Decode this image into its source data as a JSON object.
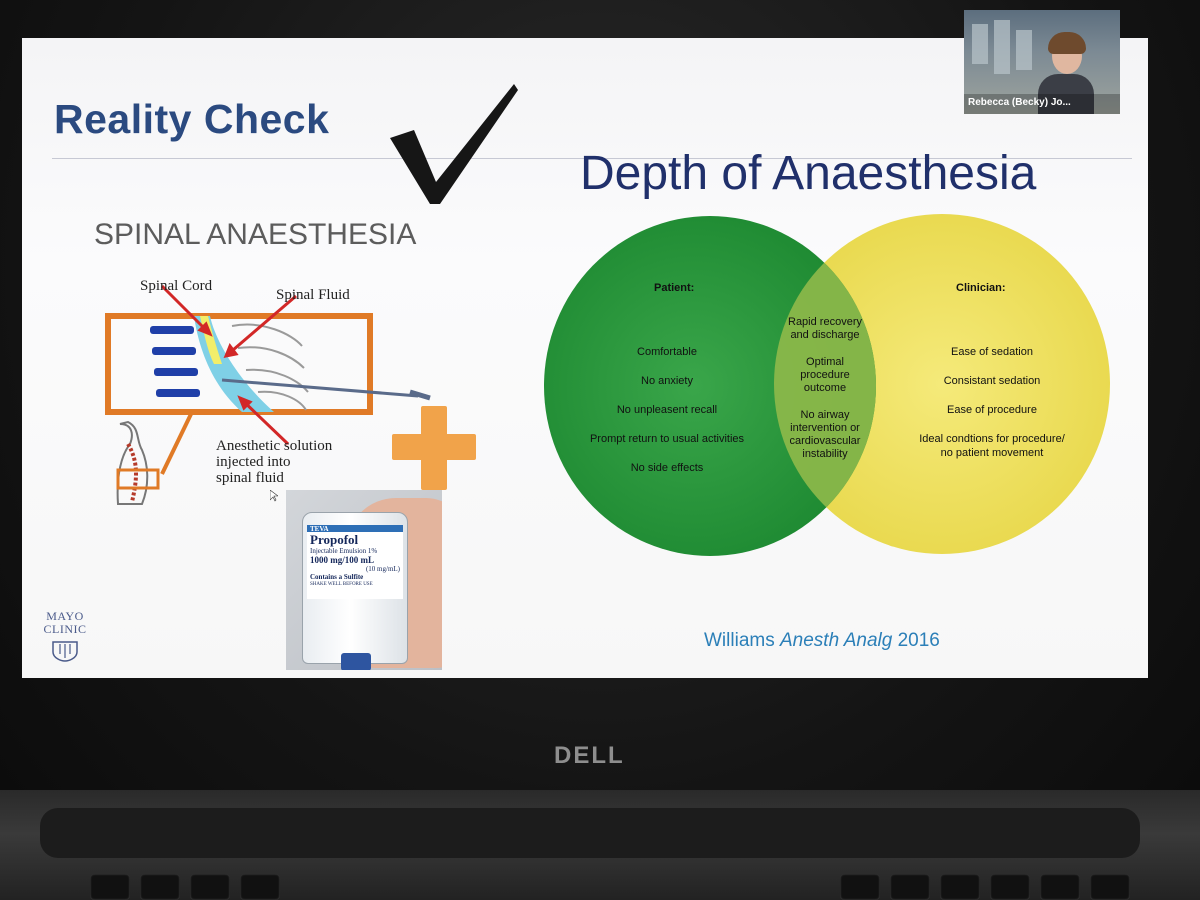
{
  "slide": {
    "reality_title": "Reality Check",
    "depth_title": "Depth of Anaesthesia",
    "spinal_title": "SPINAL ANAESTHESIA",
    "diagram": {
      "spinal_cord": "Spinal Cord",
      "spinal_fluid": "Spinal Fluid",
      "solution_line1": "Anesthetic solution",
      "solution_line2": "injected into",
      "solution_line3": "spinal fluid"
    },
    "bottle": {
      "maker": "TEVA",
      "brand": "Propofol",
      "line1": "Injectable Emulsion 1%",
      "dose": "1000 mg/100 mL",
      "conc": "(10 mg/mL)",
      "line2": "Contains a Sulfite",
      "line3": "SHAKE WELL BEFORE USE"
    },
    "mayo": {
      "line1": "MAYO",
      "line2": "CLINIC"
    },
    "venn": {
      "patient": {
        "heading": "Patient:",
        "items": [
          "Comfortable",
          "No anxiety",
          "No unpleasent recall",
          "Prompt return to usual activities",
          "No side effects"
        ]
      },
      "overlap": {
        "items": [
          [
            "Rapid recovery",
            "and discharge"
          ],
          [
            "Optimal",
            "procedure",
            "outcome"
          ],
          [
            "No airway",
            "intervention or",
            "cardiovascular",
            "instability"
          ]
        ]
      },
      "clinician": {
        "heading": "Clinician:",
        "items": [
          "Ease of sedation",
          "Consistant sedation",
          "Ease of procedure",
          "Ideal condtions for procedure/",
          "no patient movement"
        ]
      },
      "colors": {
        "patient": "#2e9a3c",
        "clinician": "#f0e262",
        "overlap": "#8cb74b"
      }
    },
    "citation": {
      "author": "Williams",
      "journal": "Anesth Analg",
      "year": "2016"
    }
  },
  "video": {
    "participant": "Rebecca (Becky) Jo..."
  },
  "laptop": {
    "brand": "DELL"
  },
  "colors": {
    "title_blue": "#2b4a80",
    "accent_orange": "#f1a34a",
    "citation_blue": "#2b7fb8"
  }
}
